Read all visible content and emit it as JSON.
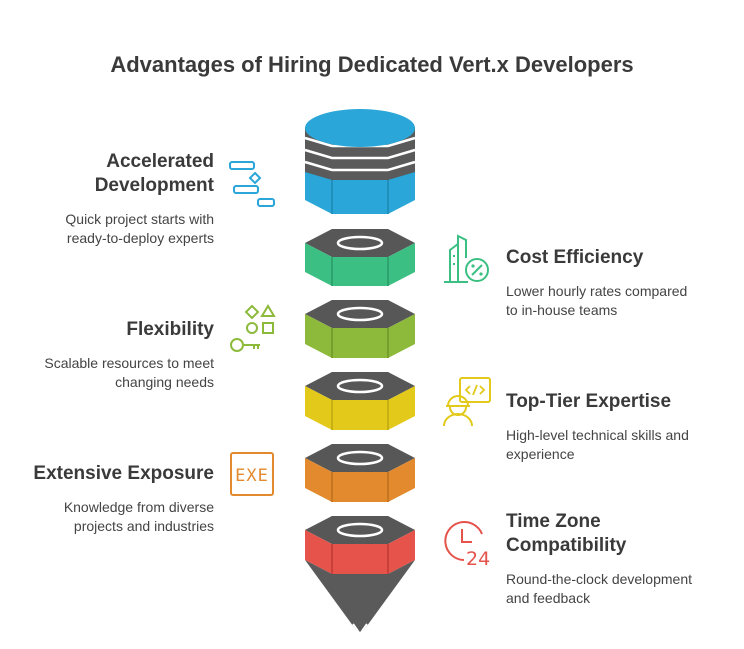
{
  "title": "Advantages of Hiring Dedicated Vert.x Developers",
  "items": [
    {
      "title_line1": "Accelerated",
      "title_line2": "Development",
      "desc_line1": "Quick project starts with",
      "desc_line2": "ready-to-deploy experts",
      "color": "#2aa6d8",
      "icon": "gantt-chart-icon"
    },
    {
      "title_line1": "Cost Efficiency",
      "desc_line1": "Lower hourly rates compared",
      "desc_line2": "to in-house teams",
      "color": "#3cbf82",
      "icon": "building-percent-icon"
    },
    {
      "title_line1": "Flexibility",
      "desc_line1": "Scalable resources to meet",
      "desc_line2": "changing needs",
      "color": "#8dba3b",
      "icon": "shapes-key-icon"
    },
    {
      "title_line1": "Top-Tier Expertise",
      "desc_line1": "High-level technical skills and",
      "desc_line2": "experience",
      "color": "#e2c91a",
      "icon": "engineer-code-icon"
    },
    {
      "title_line1": "Extensive Exposure",
      "desc_line1": "Knowledge from diverse",
      "desc_line2": "projects and industries",
      "color": "#e38a2f",
      "icon": "exe-file-icon",
      "icon_text": "EXE"
    },
    {
      "title_line1": "Time Zone",
      "title_line2": "Compatibility",
      "desc_line1": "Round-the-clock development",
      "desc_line2": "and feedback",
      "color": "#e5534b",
      "icon": "clock-24-icon",
      "icon_text": "24"
    }
  ]
}
